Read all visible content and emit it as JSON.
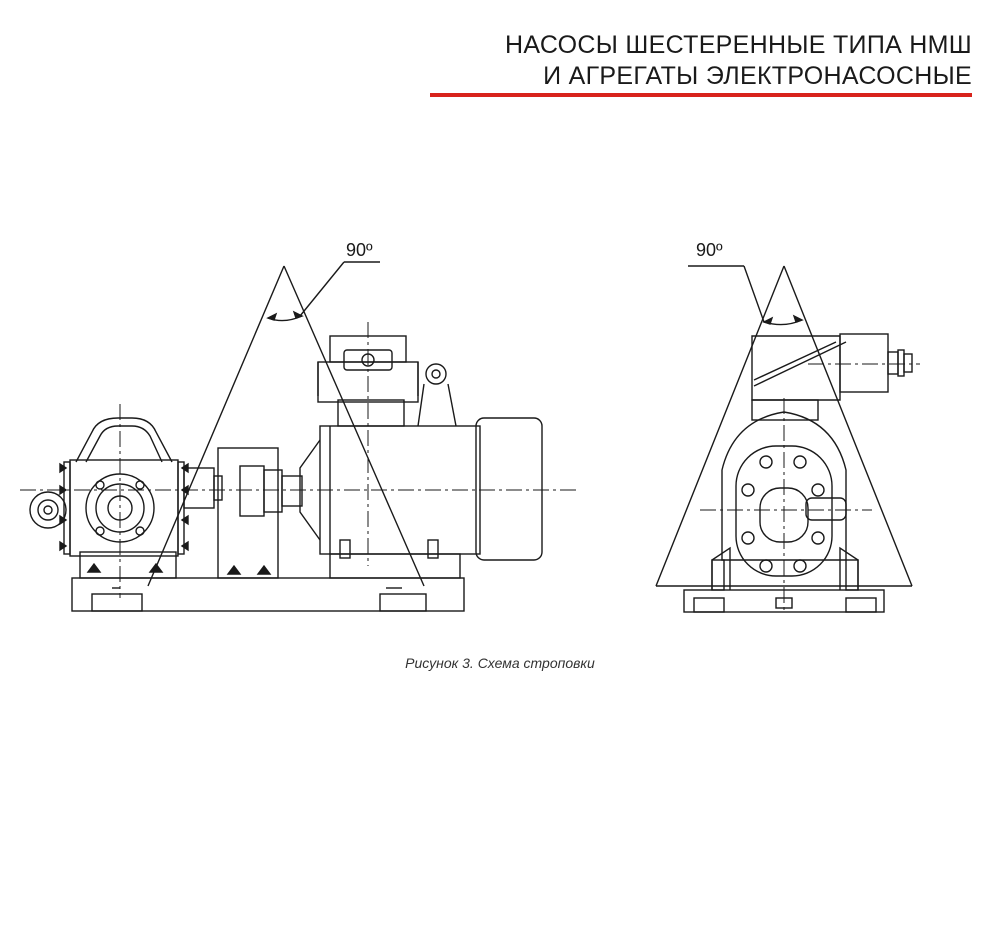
{
  "header": {
    "line1": "НАСОСЫ ШЕСТЕРЕННЫЕ ТИПА НМШ",
    "line2": "И АГРЕГАТЫ ЭЛЕКТРОНАСОСНЫЕ"
  },
  "colors": {
    "accent_rule": "#d8231c",
    "line": "#1a1a1a"
  },
  "figure": {
    "angle_label_side": "90º",
    "angle_label_front": "90º",
    "caption": "Рисунок 3. Схема строповки"
  }
}
